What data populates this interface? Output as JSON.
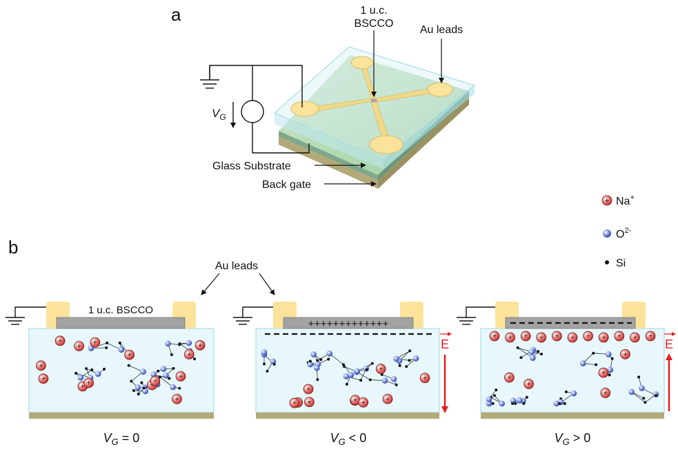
{
  "panel_a": {
    "label": "a",
    "bscco_line1": "1 u.c.",
    "bscco_line2": "BSCCO",
    "au_leads": "Au leads",
    "gate_symbol": "V",
    "gate_subscript": "G",
    "glass_substrate": "Glass Substrate",
    "back_gate": "Back gate"
  },
  "legend": {
    "items": [
      {
        "symbol": "Na",
        "superscript": "+"
      },
      {
        "symbol": "O",
        "superscript": "2-"
      },
      {
        "symbol": "Si",
        "superscript": ""
      }
    ]
  },
  "panel_b": {
    "label": "b",
    "au_leads": "Au leads",
    "film_label": "1 u.c. BSCCO",
    "plus_row": "+++++++++++++",
    "field_label": "E",
    "cases": [
      {
        "var": "V",
        "sub": "G",
        "rel": " = 0"
      },
      {
        "var": "V",
        "sub": "G",
        "rel": " < 0"
      },
      {
        "var": "V",
        "sub": "G",
        "rel": " > 0"
      }
    ]
  },
  "colors": {
    "glass": "#e7f7fb",
    "glass_edge": "#9ad7e3",
    "gold": "#fbe39b",
    "film": "#a3a3a3",
    "gate": "#b3a979",
    "na": "#e53935",
    "oxygen": "#3f51b5",
    "field": "#e02020"
  }
}
